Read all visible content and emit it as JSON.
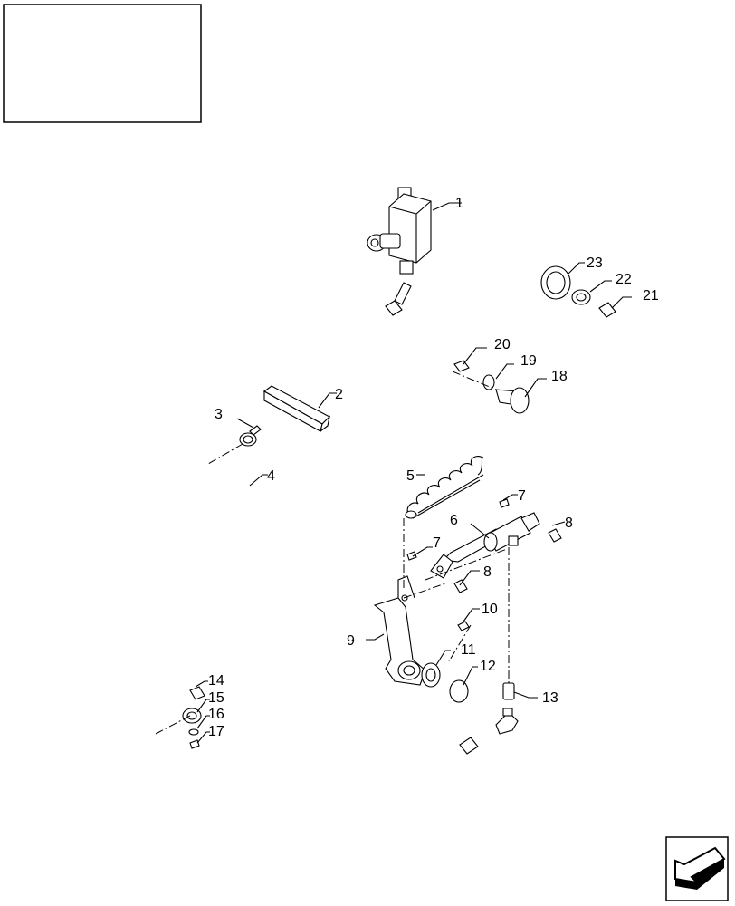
{
  "callouts": [
    {
      "label": "1"
    },
    {
      "label": "2"
    },
    {
      "label": "3"
    },
    {
      "label": "4"
    },
    {
      "label": "5"
    },
    {
      "label": "6"
    },
    {
      "label": "7"
    },
    {
      "label": "7"
    },
    {
      "label": "8"
    },
    {
      "label": "8"
    },
    {
      "label": "9"
    },
    {
      "label": "10"
    },
    {
      "label": "11"
    },
    {
      "label": "12"
    },
    {
      "label": "13"
    },
    {
      "label": "14"
    },
    {
      "label": "15"
    },
    {
      "label": "16"
    },
    {
      "label": "17"
    },
    {
      "label": "18"
    },
    {
      "label": "19"
    },
    {
      "label": "20"
    },
    {
      "label": "21"
    },
    {
      "label": "22"
    },
    {
      "label": "23"
    }
  ],
  "icons": {
    "title_block": "empty-title-box",
    "nav": "arrow-next-page-icon"
  }
}
